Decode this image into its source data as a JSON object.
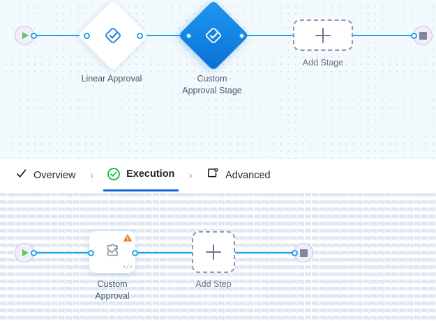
{
  "stage_canvas": {
    "name": "stage-flow-canvas",
    "background_color": "#f2fafd",
    "edge_color": "#21a1ec",
    "start_node": {
      "icon": "play-icon",
      "label": "Start"
    },
    "end_node": {
      "icon": "stop-icon",
      "label": "End"
    },
    "nodes": [
      {
        "id": "linear-approval",
        "label": "Linear Approval",
        "icon": "approval-diamond-check-icon",
        "selected": false
      },
      {
        "id": "custom-approval-stage",
        "label": "Custom\nApproval Stage",
        "icon": "approval-diamond-check-icon",
        "selected": true
      }
    ],
    "add_placeholder": {
      "label": "Add Stage",
      "icon": "plus-icon"
    }
  },
  "tabs": {
    "items": [
      {
        "id": "overview",
        "label": "Overview",
        "icon": "check-icon",
        "active": false
      },
      {
        "id": "execution",
        "label": "Execution",
        "icon": "check-circle-icon",
        "active": true
      },
      {
        "id": "advanced",
        "label": "Advanced",
        "icon": "advanced-settings-icon",
        "active": false
      }
    ],
    "separator": "›",
    "active_underline_color": "#1565d8",
    "active_icon_color": "#14c44b"
  },
  "step_canvas": {
    "name": "step-flow-canvas",
    "background_color": "#ffffff",
    "edge_color": "#21a1ec",
    "start_node": {
      "icon": "play-icon",
      "label": "Start"
    },
    "end_node": {
      "icon": "stop-icon",
      "label": "End"
    },
    "nodes": [
      {
        "id": "custom-approval",
        "label": "Custom\nApproval",
        "icon": "puzzle-check-icon",
        "warning_icon": "warning-triangle-icon",
        "warning_color": "#f57c20",
        "code_badge": "</>"
      }
    ],
    "add_placeholder": {
      "label": "Add Step",
      "icon": "plus-icon"
    }
  }
}
